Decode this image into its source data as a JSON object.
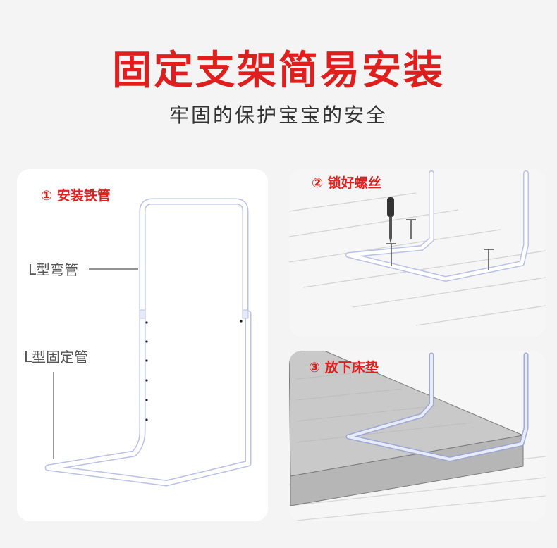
{
  "header": {
    "title": "固定支架简易安装",
    "subtitle": "牢固的保护宝宝的安全"
  },
  "steps": [
    {
      "label": "① 安装铁管"
    },
    {
      "label": "② 锁好螺丝"
    },
    {
      "label": "③ 放下床垫"
    }
  ],
  "labels": {
    "l_bend_tube": "L型弯管",
    "l_fixed_tube": "L型固定管"
  },
  "colors": {
    "accent": "#e01e1e",
    "tube": "#ffffff",
    "tube_outline": "#b9c1e6"
  }
}
